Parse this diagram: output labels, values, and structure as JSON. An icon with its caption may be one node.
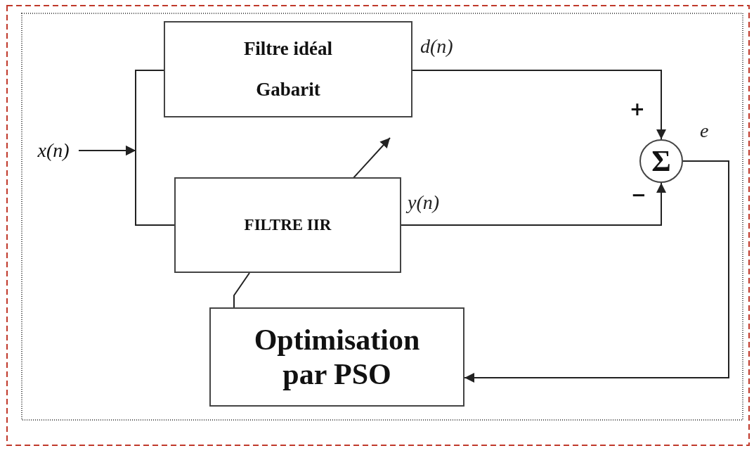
{
  "diagram": {
    "nodes": [
      {
        "text": [
          "x(n)"
        ]
      },
      {
        "text": [
          "Filtre idéal",
          "Gabarit"
        ]
      },
      {
        "text": [
          "FILTRE IIR"
        ]
      },
      {
        "text": [
          "Σ"
        ]
      },
      {
        "text": [
          "Optimisation par PSO"
        ]
      }
    ],
    "edges": [
      {
        "from": 0,
        "to": 1,
        "arrow": "to"
      },
      {
        "from": 0,
        "to": 2,
        "arrow": "to"
      },
      {
        "from": 1,
        "to": 3,
        "arrow": "to",
        "label": "d(n)"
      },
      {
        "from": 2,
        "to": 3,
        "arrow": "to",
        "label": "y(n)"
      },
      {
        "from": 3,
        "to": 4,
        "arrow": "to",
        "label": "e"
      },
      {
        "from": 4,
        "to": 2,
        "arrow": "none"
      }
    ],
    "labels": [
      "+",
      "−"
    ]
  }
}
